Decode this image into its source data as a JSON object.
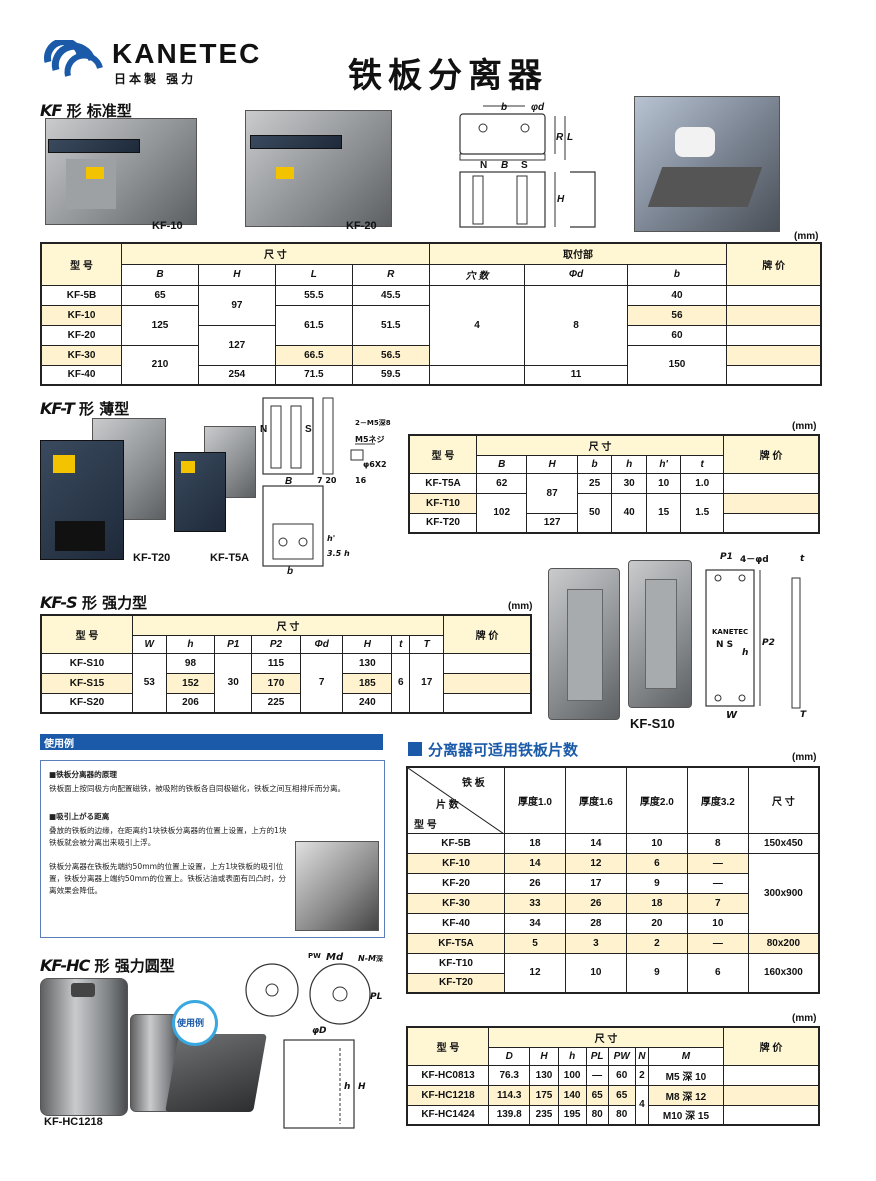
{
  "brand": {
    "name": "KANETEC",
    "sub": "日本製 强力",
    "accent": "#1a5aa8"
  },
  "page_title": "铁板分离器",
  "kf": {
    "heading_code": "KF",
    "heading_text": "形 标准型",
    "photo_labels": [
      "KF-10",
      "KF-20"
    ],
    "diagram_labels": {
      "b": "b",
      "phid": "φd",
      "r": "R",
      "l": "L",
      "n": "N",
      "bB": "B",
      "s": "S",
      "h": "H"
    },
    "unit": "(mm)",
    "table": {
      "h_model": "型 号",
      "h_dim": "尺 寸",
      "h_mount": "取付部",
      "h_price": "牌 价",
      "sub": [
        "B",
        "H",
        "L",
        "R",
        "穴 数",
        "Φd",
        "b"
      ],
      "rows": [
        {
          "model": "KF-5B",
          "B": "65",
          "H": "97",
          "L": "55.5",
          "R": "45.5",
          "holes": "4",
          "d": "8",
          "b": "40"
        },
        {
          "model": "KF-10",
          "B": "125",
          "H": "",
          "L": "61.5",
          "R": "51.5",
          "holes": "",
          "d": "",
          "b": "56"
        },
        {
          "model": "KF-20",
          "B": "",
          "H": "127",
          "L": "",
          "R": "",
          "holes": "",
          "d": "",
          "b": "60"
        },
        {
          "model": "KF-30",
          "B": "210",
          "H": "",
          "L": "66.5",
          "R": "56.5",
          "holes": "",
          "d": "",
          "b": "150"
        },
        {
          "model": "KF-40",
          "B": "",
          "H": "254",
          "L": "71.5",
          "R": "59.5",
          "holes": "",
          "d": "11",
          "b": ""
        }
      ]
    }
  },
  "kft": {
    "heading_code": "KF-T",
    "heading_text": "形 薄型",
    "photo_labels": [
      "KF-T20",
      "KF-T5A"
    ],
    "diagram_labels": {
      "n": "N",
      "s": "S",
      "hh": "2－M5深8",
      "m5": "M5ネジ",
      "phi": "φ6X2",
      "t20": "7 20",
      "t16": "16",
      "b": "B",
      "h1": "h'",
      "h2": "3.5 h",
      "bb": "b"
    },
    "unit": "(mm)",
    "table": {
      "h_model": "型 号",
      "h_dim": "尺 寸",
      "h_price": "牌 价",
      "sub": [
        "B",
        "H",
        "b",
        "h",
        "h'",
        "t"
      ],
      "rows": [
        {
          "model": "KF-T5A",
          "B": "62",
          "H": "87",
          "b": "25",
          "h": "30",
          "h2": "10",
          "t": "1.0"
        },
        {
          "model": "KF-T10",
          "B": "102",
          "H": "",
          "b": "50",
          "h": "40",
          "h2": "15",
          "t": "1.5"
        },
        {
          "model": "KF-T20",
          "B": "",
          "H": "127",
          "b": "",
          "h": "",
          "h2": "",
          "t": ""
        }
      ]
    }
  },
  "kfs": {
    "heading_code": "KF-S",
    "heading_text": "形 强力型",
    "unit": "(mm)",
    "photo_label": "KF-S10",
    "diagram_labels": {
      "p1": "P1",
      "phid": "4－φd",
      "t": "t",
      "brand": "KANETEC",
      "ns": "N S",
      "p2": "P2",
      "h": "h",
      "w": "W",
      "tt": "T"
    },
    "table": {
      "h_model": "型 号",
      "h_dim": "尺 寸",
      "h_price": "牌 价",
      "sub": [
        "W",
        "h",
        "P1",
        "P2",
        "Φd",
        "H",
        "t",
        "T"
      ],
      "W": "53",
      "P1": "30",
      "d": "7",
      "t": "6",
      "T": "17",
      "rows": [
        {
          "model": "KF-S10",
          "h": "98",
          "P2": "115",
          "H": "130"
        },
        {
          "model": "KF-S15",
          "h": "152",
          "P2": "170",
          "H": "185"
        },
        {
          "model": "KF-S20",
          "h": "206",
          "P2": "225",
          "H": "240"
        }
      ]
    }
  },
  "usage": {
    "title": "使用例",
    "p1_title": "■铁板分离器的原理",
    "p1": "铁板面上按同极方向配置磁铁，被吸附的铁板各自同极磁化，铁板之间互相排斥而分离。",
    "p2_title": "■吸引上がる距离",
    "p2": "叠放的铁板的边缘，在距离约1块铁板分离器的位置上设置，上方的1块铁板就会被分离出来吸引上浮。",
    "p3": "铁板分离器在铁板先端约50mm的位置上设置，上方1块铁板的吸引位置，铁板分离器上端约50mm的位置上。铁板沾油或表面有凹凸时，分离效果会降低。"
  },
  "sheets": {
    "title": "分离器可适用铁板片数",
    "unit": "(mm)",
    "corner": [
      "铁 板",
      "片 数",
      "型 号"
    ],
    "cols": [
      "厚度1.0",
      "厚度1.6",
      "厚度2.0",
      "厚度3.2",
      "尺 寸"
    ],
    "rows": [
      {
        "model": "KF-5B",
        "v": [
          "18",
          "14",
          "10",
          "8"
        ],
        "size": "150x450"
      },
      {
        "model": "KF-10",
        "v": [
          "14",
          "12",
          "6",
          "—"
        ],
        "size": ""
      },
      {
        "model": "KF-20",
        "v": [
          "26",
          "17",
          "9",
          "—"
        ],
        "size": "300x900"
      },
      {
        "model": "KF-30",
        "v": [
          "33",
          "26",
          "18",
          "7"
        ],
        "size": ""
      },
      {
        "model": "KF-40",
        "v": [
          "34",
          "28",
          "20",
          "10"
        ],
        "size": ""
      },
      {
        "model": "KF-T5A",
        "v": [
          "5",
          "3",
          "2",
          "—"
        ],
        "size": "80x200"
      },
      {
        "model": "KF-T10",
        "v": [
          "12",
          "10",
          "9",
          "6"
        ],
        "size": "160x300"
      },
      {
        "model": "KF-T20",
        "v": [
          "",
          "",
          "",
          ""
        ],
        "size": ""
      }
    ]
  },
  "kfhc": {
    "heading_code": "KF-HC",
    "heading_text": "形 强力圆型",
    "photo_label": "KF-HC1218",
    "badge": "使用例",
    "diagram_labels": {
      "md": "Md",
      "pw": "PW",
      "n": "N-M",
      "ghi": "深",
      "pl": "PL",
      "phid": "φD",
      "h": "H",
      "hh": "h"
    },
    "unit": "(mm)",
    "table": {
      "h_model": "型 号",
      "h_dim": "尺 寸",
      "h_price": "牌 价",
      "sub": [
        "D",
        "H",
        "h",
        "PL",
        "PW",
        "N",
        "M"
      ],
      "rows": [
        {
          "model": "KF-HC0813",
          "v": [
            "76.3",
            "130",
            "100",
            "—",
            "60",
            "2",
            "M5 深 10"
          ]
        },
        {
          "model": "KF-HC1218",
          "v": [
            "114.3",
            "175",
            "140",
            "65",
            "65",
            "4",
            "M8 深 12"
          ]
        },
        {
          "model": "KF-HC1424",
          "v": [
            "139.8",
            "235",
            "195",
            "80",
            "80",
            "",
            "M10 深 15"
          ]
        }
      ]
    }
  }
}
